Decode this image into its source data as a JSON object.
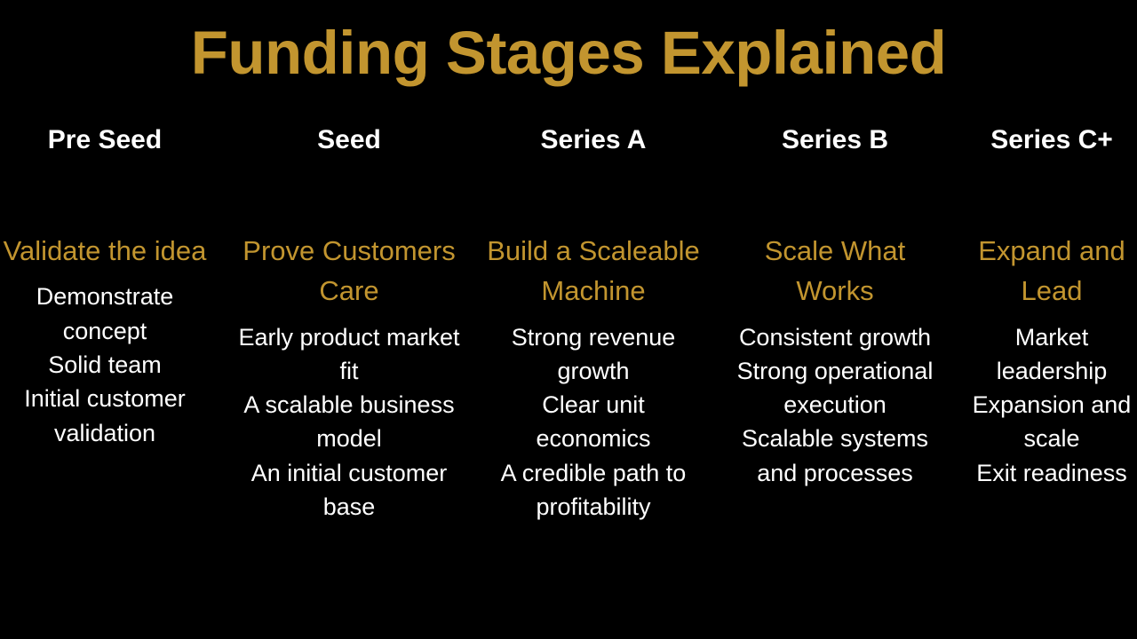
{
  "slide": {
    "title": "Funding Stages Explained",
    "background_color": "#000000",
    "accent_color": "#C2952F",
    "text_color": "#FFFFFF"
  },
  "columns": [
    {
      "header": "Pre Seed",
      "subtitle": "Validate the idea",
      "points": [
        "Demonstrate concept",
        "Solid team",
        "Initial customer validation"
      ]
    },
    {
      "header": "Seed",
      "subtitle": "Prove Customers Care",
      "points": [
        "Early product market fit",
        "A scalable business model",
        "An initial customer base"
      ]
    },
    {
      "header": "Series A",
      "subtitle": "Build a Scaleable Machine",
      "points": [
        "Strong revenue growth",
        "Clear unit economics",
        "A credible path to profitability"
      ]
    },
    {
      "header": "Series B",
      "subtitle": "Scale What Works",
      "points": [
        "Consistent growth",
        "Strong operational execution",
        "Scalable systems and processes"
      ]
    },
    {
      "header": "Series C+",
      "subtitle": "Expand and Lead",
      "points": [
        "Market leadership",
        "Expansion and scale",
        "Exit readiness"
      ]
    }
  ]
}
